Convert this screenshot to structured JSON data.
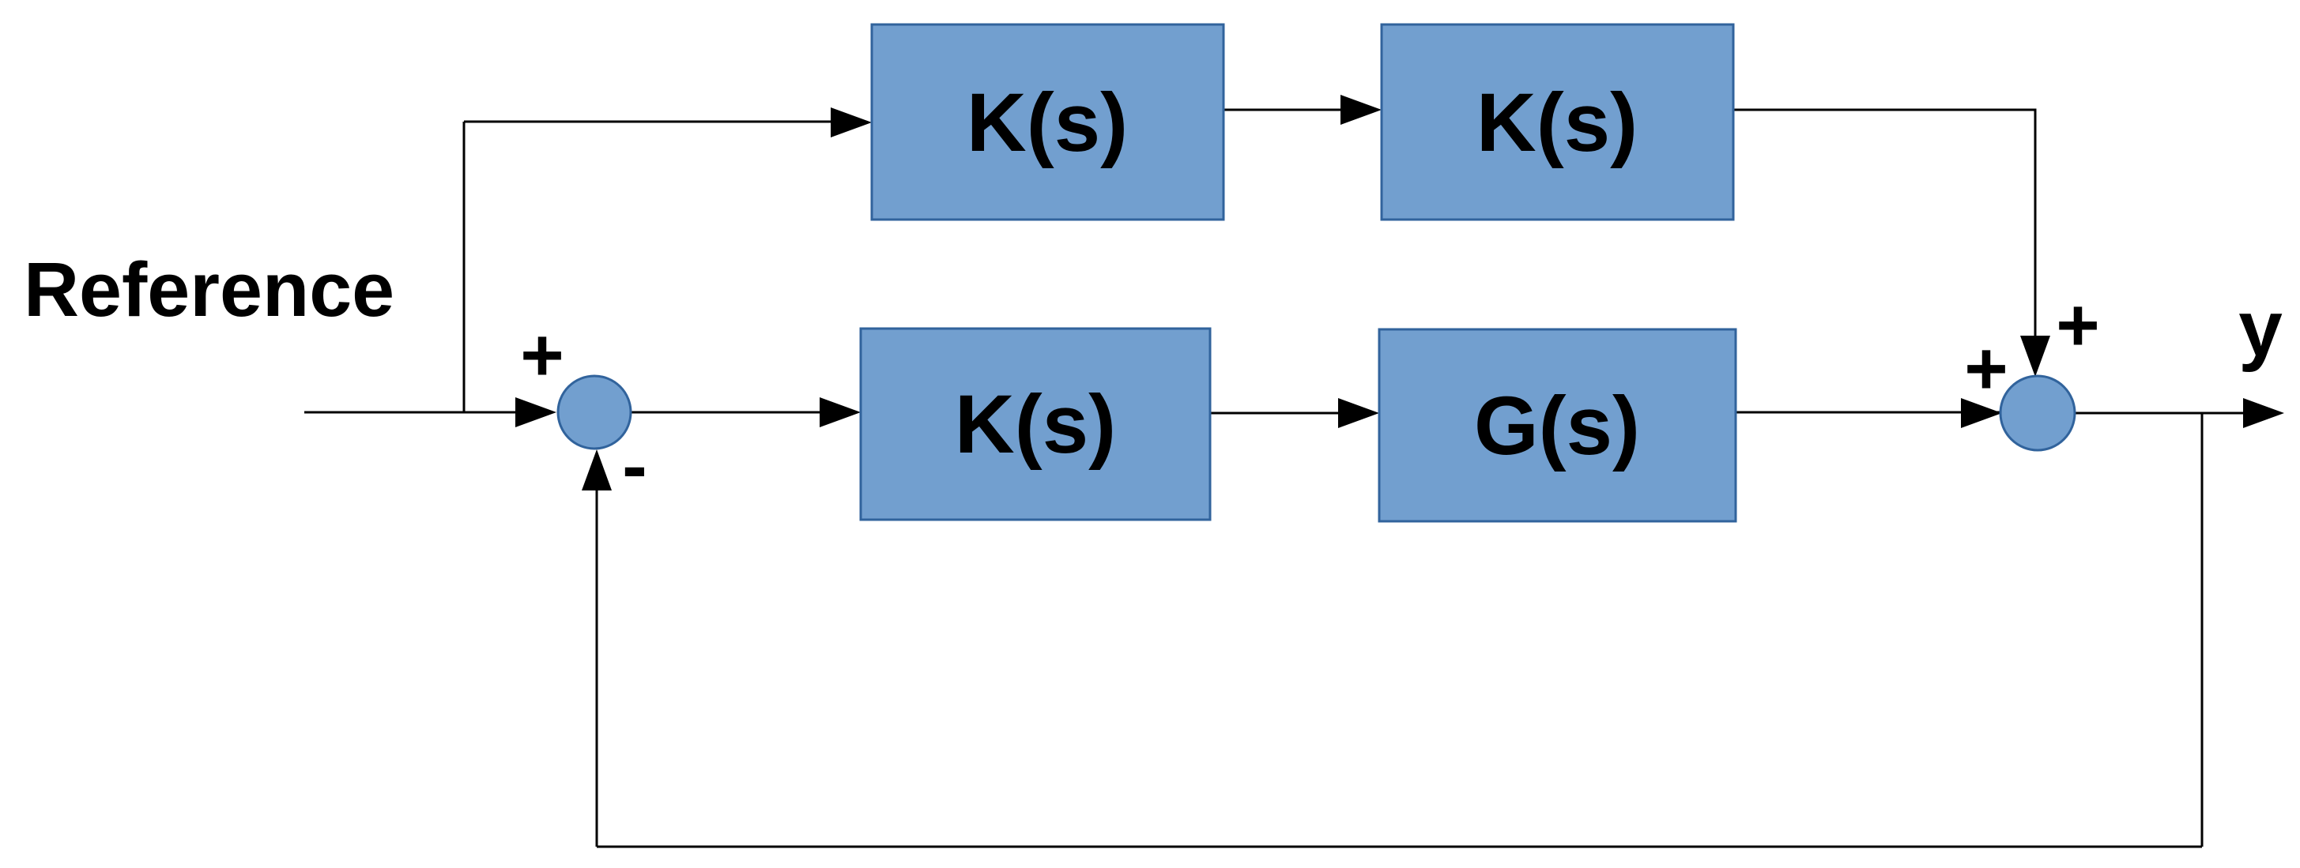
{
  "diagram": {
    "input_label": "Reference",
    "output_label": "y",
    "blocks": [
      {
        "name": "feedforward-block-1",
        "label": "K(s)"
      },
      {
        "name": "feedforward-block-2",
        "label": "K(s)"
      },
      {
        "name": "controller-block",
        "label": "K(s)"
      },
      {
        "name": "plant-block",
        "label": "G(s)"
      }
    ],
    "junctions": [
      {
        "name": "error-summing-junction",
        "sign_top_left": "+",
        "sign_bottom_right": "-"
      },
      {
        "name": "output-summing-junction",
        "sign_left": "+",
        "sign_top_right": "+"
      }
    ],
    "colors": {
      "shape_fill": "#729fcf",
      "shape_border": "#31639c",
      "line": "#000000",
      "text": "#000000",
      "background": "#ffffff"
    }
  }
}
